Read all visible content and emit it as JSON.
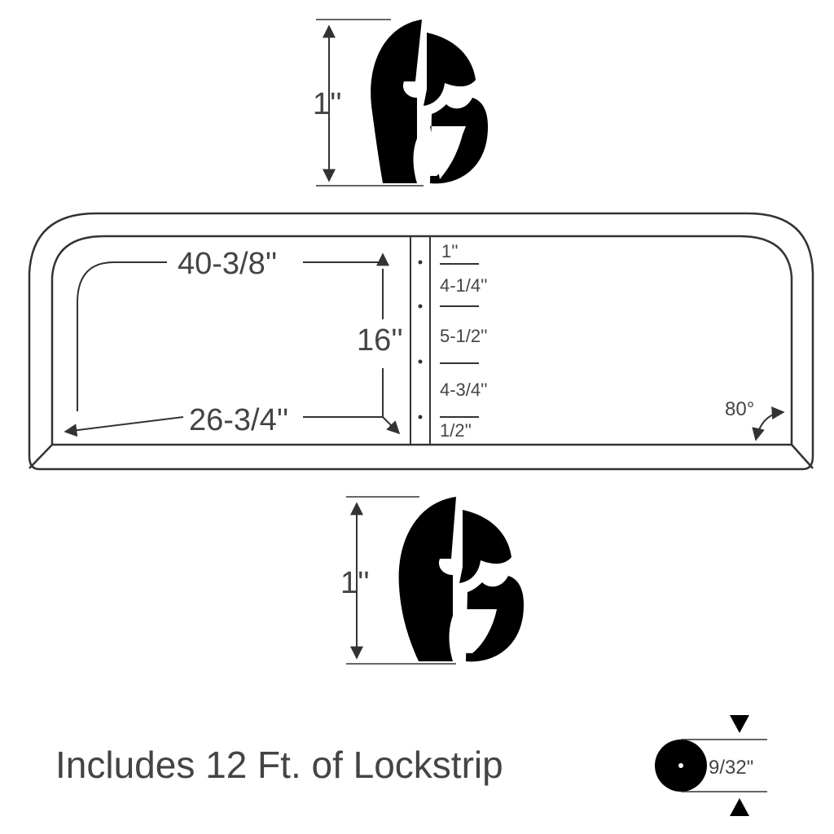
{
  "profile_top": {
    "height_label": "1''"
  },
  "profile_bottom": {
    "height_label": "1''"
  },
  "window": {
    "top_length_label": "40-3/8''",
    "bottom_length_label": "26-3/4''",
    "center_height_label": "16''",
    "angle_label": "80°",
    "segment_labels": [
      "1''",
      "4-1/4''",
      "5-1/2''",
      "4-3/4''",
      "1/2''"
    ]
  },
  "lockstrip": {
    "caption": "Includes 12 Ft. of Lockstrip",
    "diameter_label": "9/32\""
  },
  "colors": {
    "ink": "#000000",
    "line": "#333333",
    "text": "#444444",
    "background": "#ffffff"
  }
}
